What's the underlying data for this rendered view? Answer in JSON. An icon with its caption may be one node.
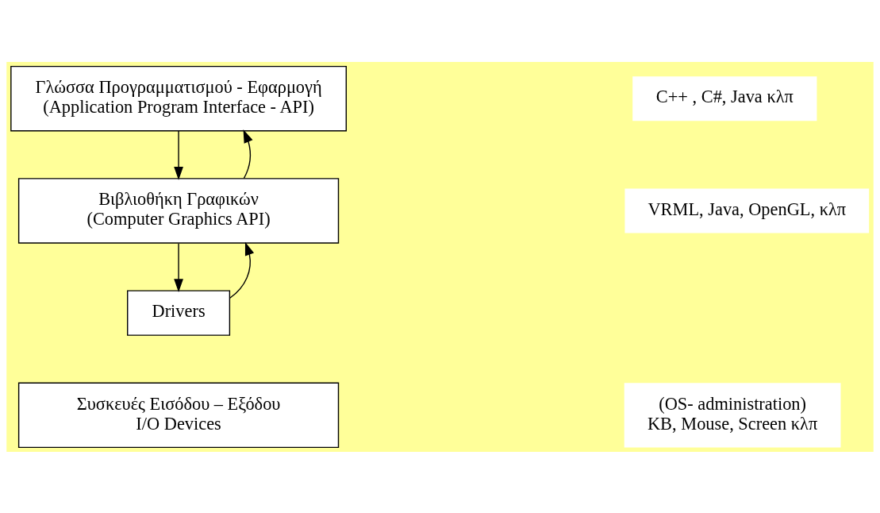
{
  "diagram": {
    "nodes": [
      {
        "text": [
          "Γλώσσα Προγραμματισμού - Εφαρμογή",
          "(Application Program Interface - API)"
        ]
      },
      {
        "text": [
          "C++ , C#, Java κλπ"
        ]
      },
      {
        "text": [
          "Βιβλιοθήκη Γραφικών",
          "(Computer Graphics API)"
        ]
      },
      {
        "text": [
          "VRML, Java, OpenGL, κλπ"
        ]
      },
      {
        "text": [
          "Drivers"
        ]
      },
      {
        "text": [
          "Συσκευές Εισόδου – Εξόδου",
          "I/O Devices"
        ]
      },
      {
        "text": [
          "(OS- administration)",
          "KB, Mouse, Screen κλπ"
        ]
      }
    ],
    "edges": [
      {
        "from": 0,
        "to": 2,
        "arrow": "to"
      },
      {
        "from": 2,
        "to": 0,
        "arrow": "to"
      },
      {
        "from": 2,
        "to": 4,
        "arrow": "to"
      },
      {
        "from": 4,
        "to": 2,
        "arrow": "to"
      }
    ]
  }
}
